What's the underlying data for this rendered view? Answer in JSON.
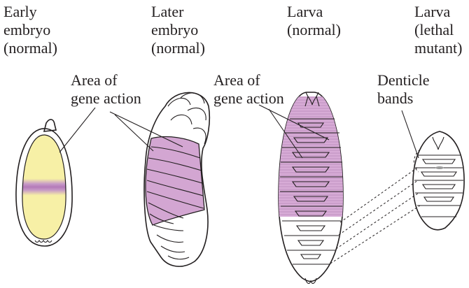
{
  "figure": {
    "labels": {
      "early_embryo": [
        "Early",
        "embryo",
        "(normal)"
      ],
      "later_embryo": [
        "Later",
        "embryo",
        "(normal)"
      ],
      "larva_normal": [
        "Larva",
        "(normal)"
      ],
      "larva_mutant": [
        "Larva",
        "(lethal",
        "mutant)"
      ],
      "area_of_gene_action_1": [
        "Area of",
        "gene action"
      ],
      "area_of_gene_action_2": [
        "Area of",
        "gene action"
      ],
      "denticle_bands": [
        "Denticle",
        "bands"
      ]
    },
    "colors": {
      "outline": "#231f20",
      "embryo_fill": "#f7f1a8",
      "gene_action_purple": "#cfa3cf",
      "gene_band": "#b77fbe",
      "body_gray": "#f1f1f0",
      "segment_stripe": "#d8d8d8"
    }
  }
}
